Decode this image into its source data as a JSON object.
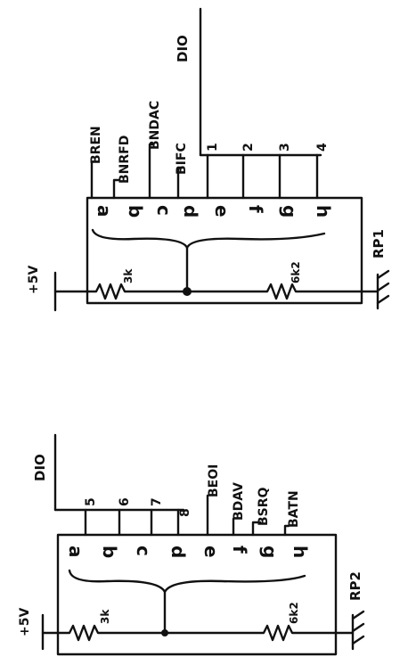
{
  "rp1": {
    "designator": "RP1",
    "supply": "+5V",
    "bus_label": "DIO",
    "pins": [
      "a",
      "b",
      "c",
      "d",
      "e",
      "f",
      "g",
      "h"
    ],
    "signals": [
      "BREN",
      "BNRFD",
      "BNDAC",
      "BIFC"
    ],
    "bus_lines": [
      "1",
      "2",
      "3",
      "4"
    ],
    "r_top": "3k",
    "r_bottom": "6k2"
  },
  "rp2": {
    "designator": "RP2",
    "supply": "+5V",
    "bus_label": "DIO",
    "pins": [
      "a",
      "b",
      "c",
      "d",
      "e",
      "f",
      "g",
      "h"
    ],
    "bus_lines": [
      "5",
      "6",
      "7",
      "8"
    ],
    "signals": [
      "BEOI",
      "BDAV",
      "BSRQ",
      "BATN"
    ],
    "r_top": "3k",
    "r_bottom": "6k2"
  }
}
